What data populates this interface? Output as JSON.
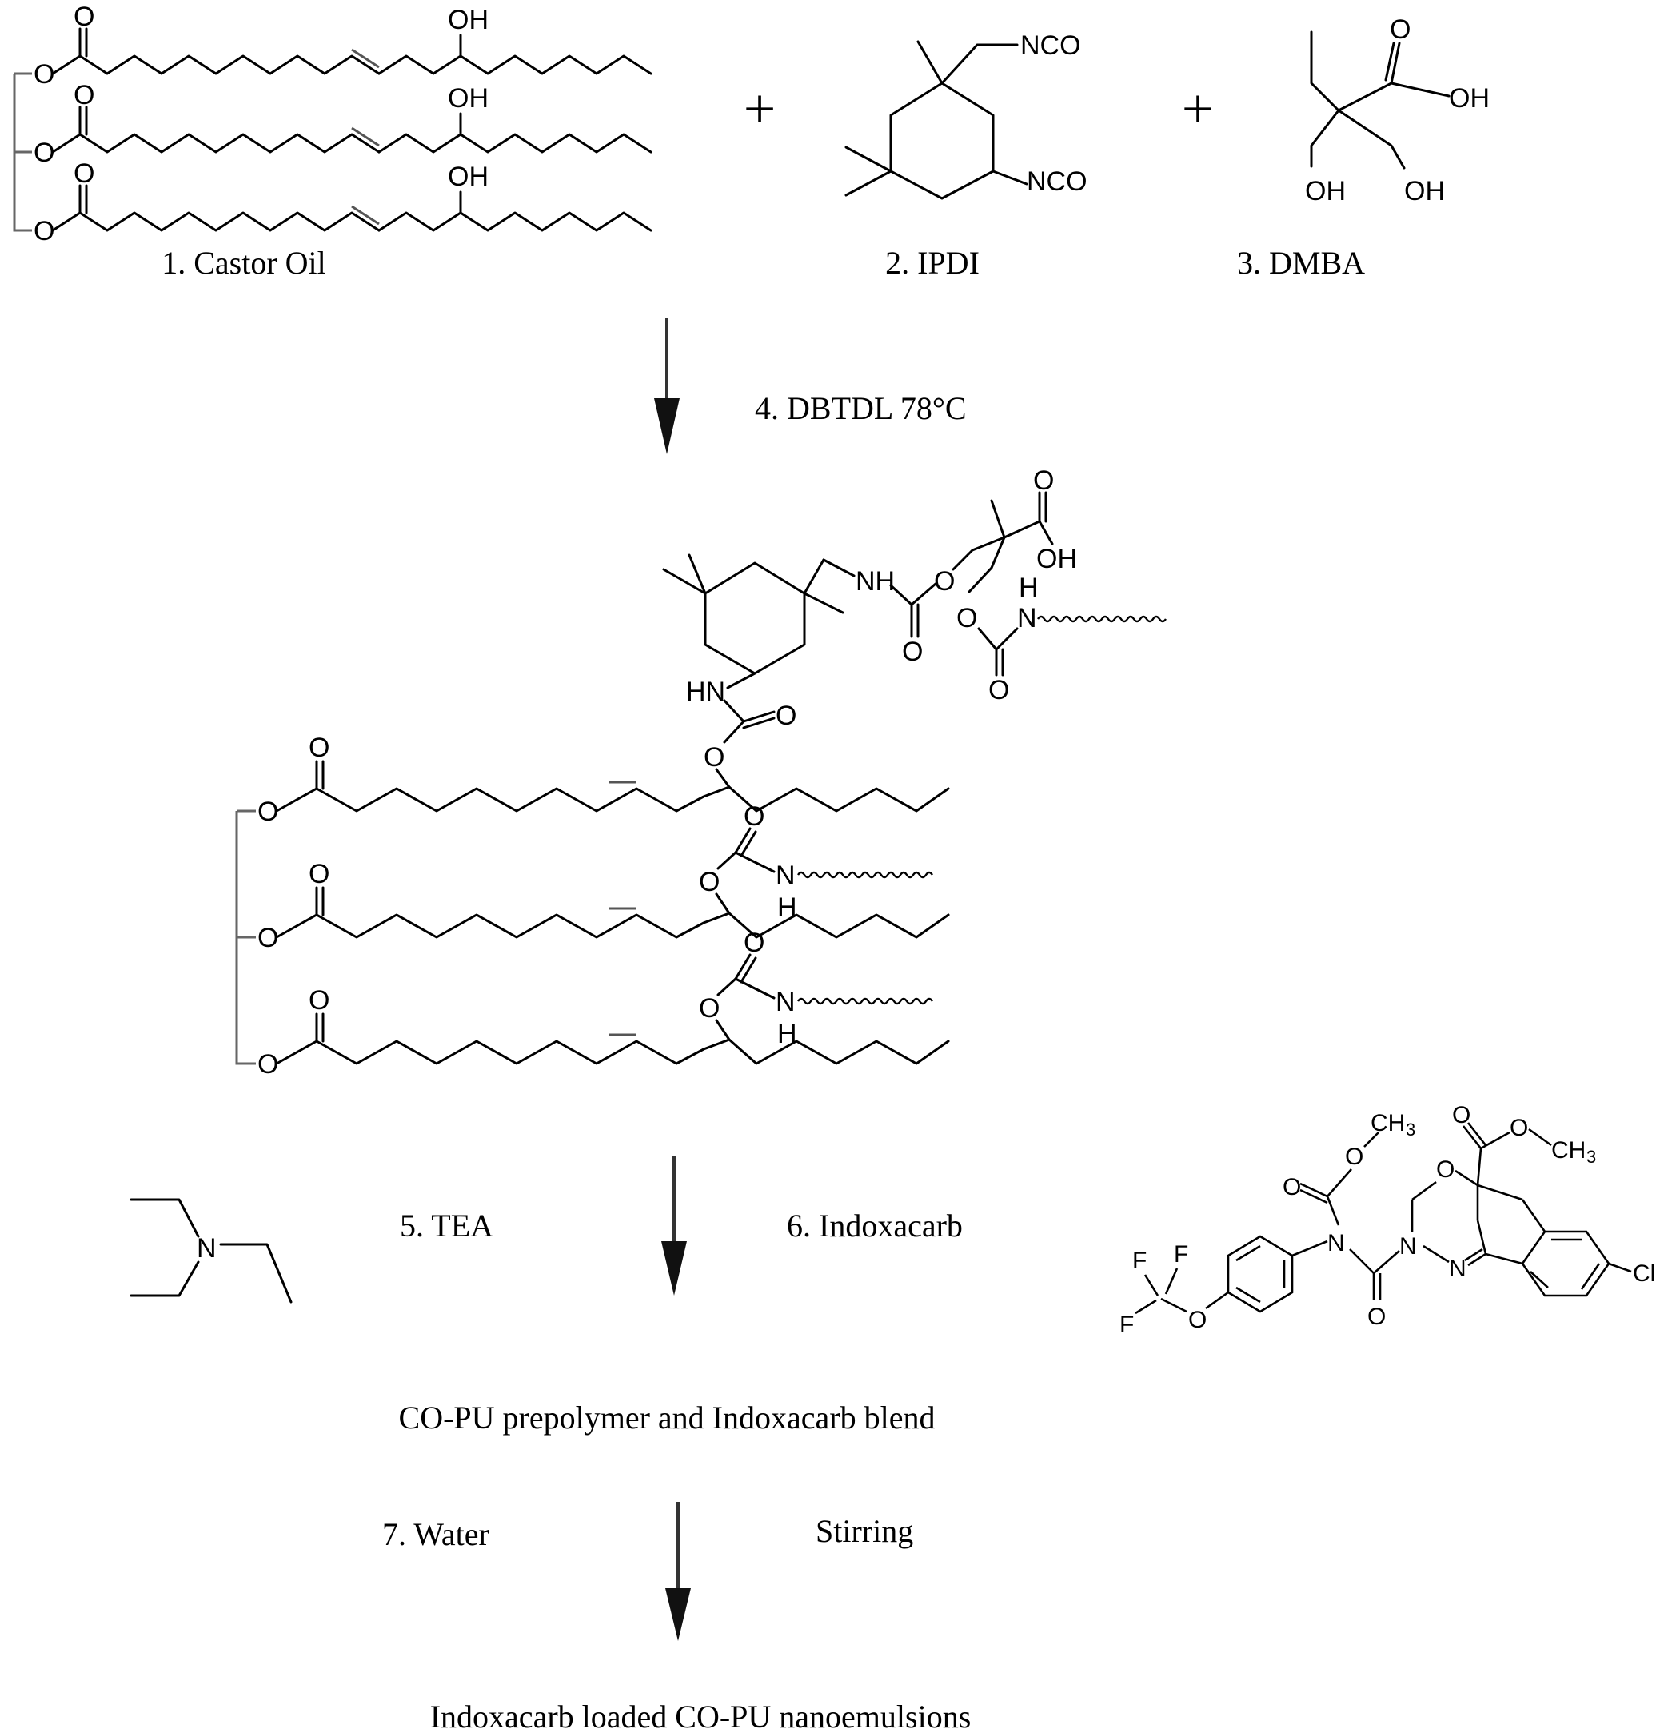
{
  "reactants": {
    "castor_oil_label": "1. Castor Oil",
    "ipdi_label": "2. IPDI",
    "dmba_label": "3. DMBA",
    "plus_symbol": "+"
  },
  "step1": {
    "condition": "4. DBTDL  78°C"
  },
  "step2": {
    "left_reagent": "5. TEA",
    "right_reagent": "6. Indoxacarb",
    "product": "CO-PU prepolymer and Indoxacarb blend"
  },
  "step3": {
    "left_reagent": "7. Water",
    "right_reagent": "Stirring",
    "product": "Indoxacarb loaded CO-PU nanoemulsions"
  },
  "atoms": {
    "o": "O",
    "oh": "OH",
    "nco": "NCO",
    "nh": "NH",
    "hn": "HN",
    "n": "N",
    "h": "H",
    "f": "F",
    "cl": "Cl",
    "ch": "CH",
    "three": "3"
  }
}
